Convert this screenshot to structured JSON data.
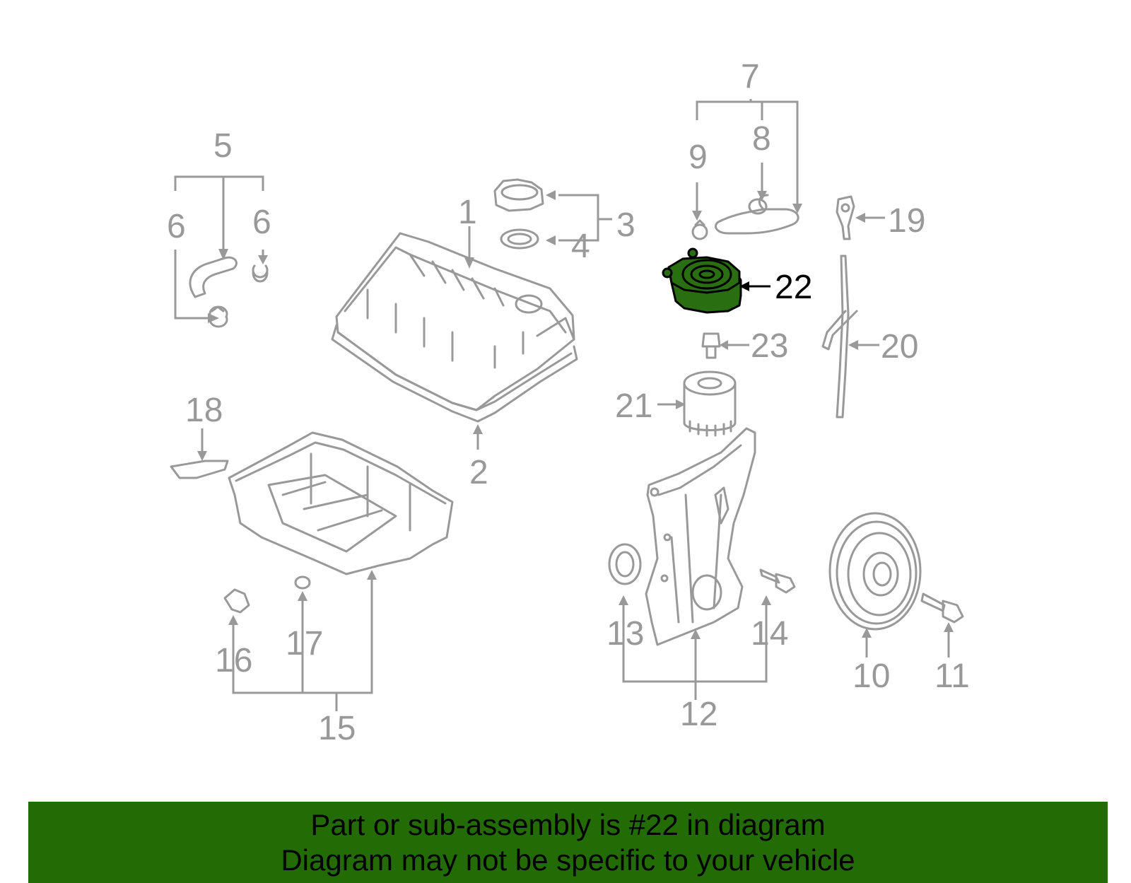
{
  "diagram": {
    "highlight_color": "#2a6e12",
    "callouts": {
      "c1": "1",
      "c2": "2",
      "c3": "3",
      "c4": "4",
      "c5": "5",
      "c6a": "6",
      "c6b": "6",
      "c7": "7",
      "c8": "8",
      "c9": "9",
      "c10": "10",
      "c11": "11",
      "c12": "12",
      "c13": "13",
      "c14": "14",
      "c15": "15",
      "c16": "16",
      "c17": "17",
      "c18": "18",
      "c19": "19",
      "c20": "20",
      "c21": "21",
      "c22": "22",
      "c23": "23"
    }
  },
  "banner": {
    "background": "#226b05",
    "line1": "Part or sub-assembly is #22 in diagram",
    "line2": "Diagram may not be specific to your vehicle"
  }
}
